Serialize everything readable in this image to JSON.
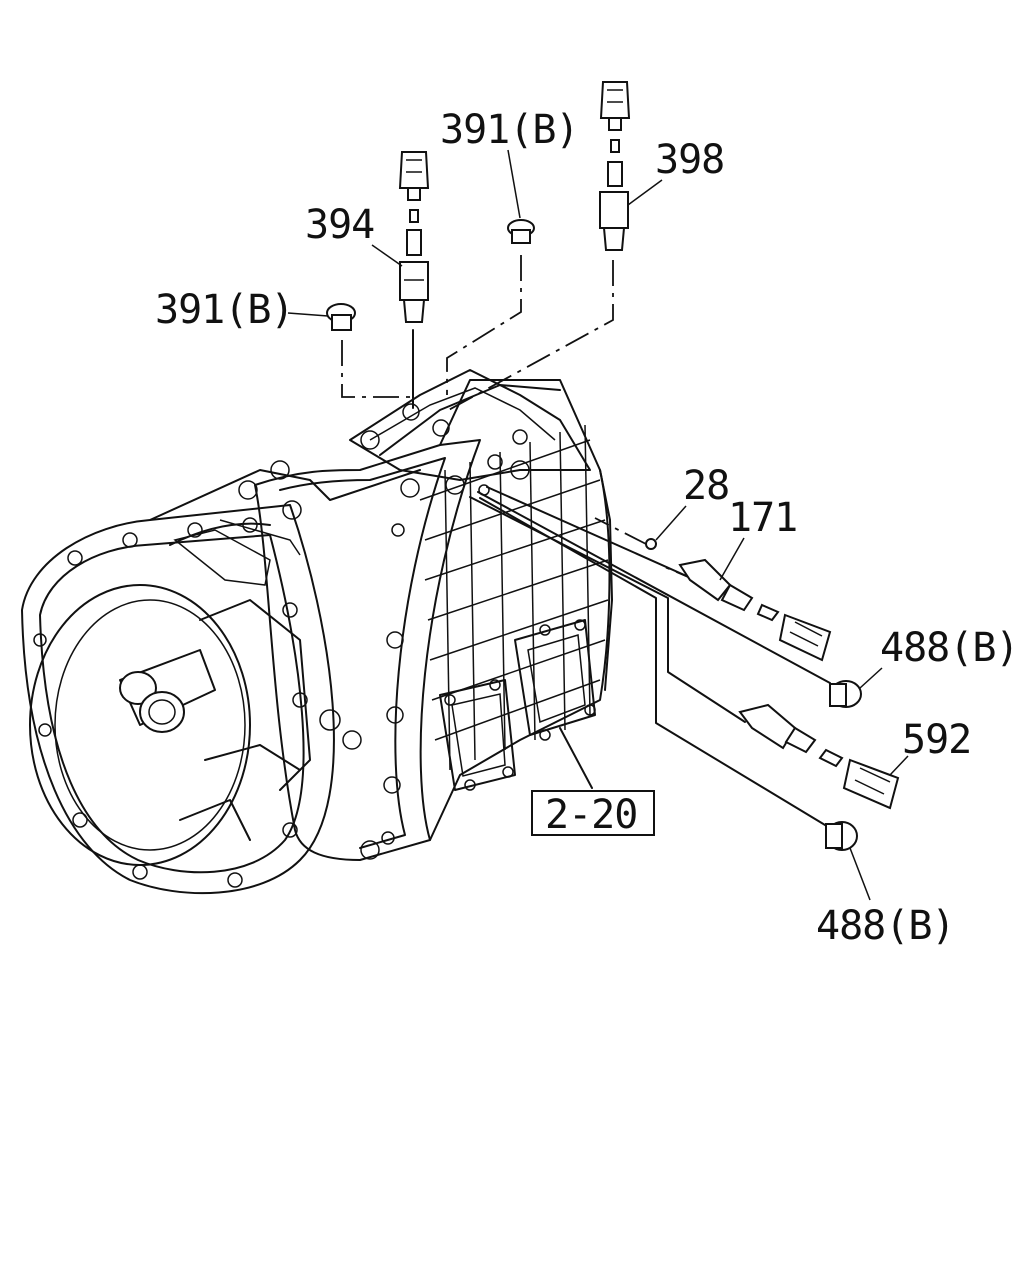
{
  "labels": {
    "plug_391b_top": "391(B)",
    "plug_391b_left": "391(B)",
    "switch_394": "394",
    "switch_398": "398",
    "ball_28": "28",
    "switch_171": "171",
    "plug_488b_upper": "488(B)",
    "switch_592": "592",
    "plug_488b_lower": "488(B)",
    "ref_box": "2-20"
  },
  "colors": {
    "line": "#111111",
    "background": "#ffffff"
  }
}
